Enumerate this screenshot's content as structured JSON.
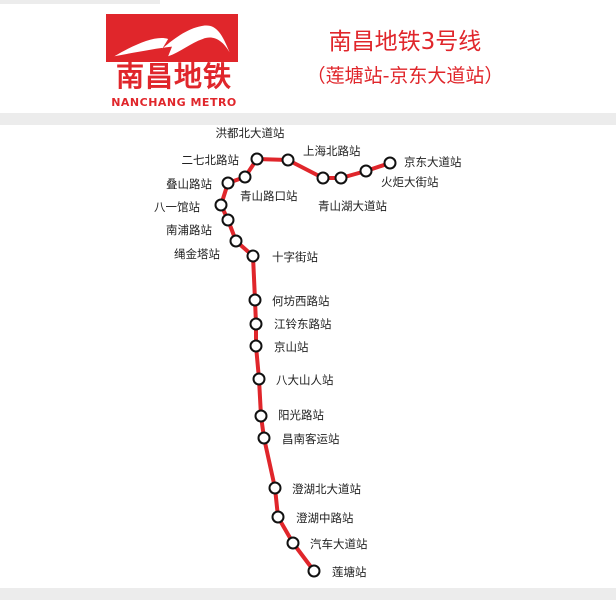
{
  "logo": {
    "cn": "南昌地铁",
    "en": "NANCHANG METRO"
  },
  "header": {
    "title": "南昌地铁3号线",
    "subtitle": "（莲塘站-京东大道站）"
  },
  "line_color": "#e0262b",
  "stations": [
    "莲塘站",
    "汽车大道站",
    "澄湖中路站",
    "澄湖北大道站",
    "昌南客运站",
    "阳光路站",
    "八大山人站",
    "京山站",
    "江铃东路站",
    "何坊西路站",
    "十字街站",
    "绳金塔站",
    "南浦路站",
    "八一馆站",
    "叠山路站",
    "青山路口站",
    "二七北路站",
    "洪都北大道站",
    "上海北路站",
    "青山湖大道站",
    "火炬大街站",
    "京东大道站"
  ]
}
